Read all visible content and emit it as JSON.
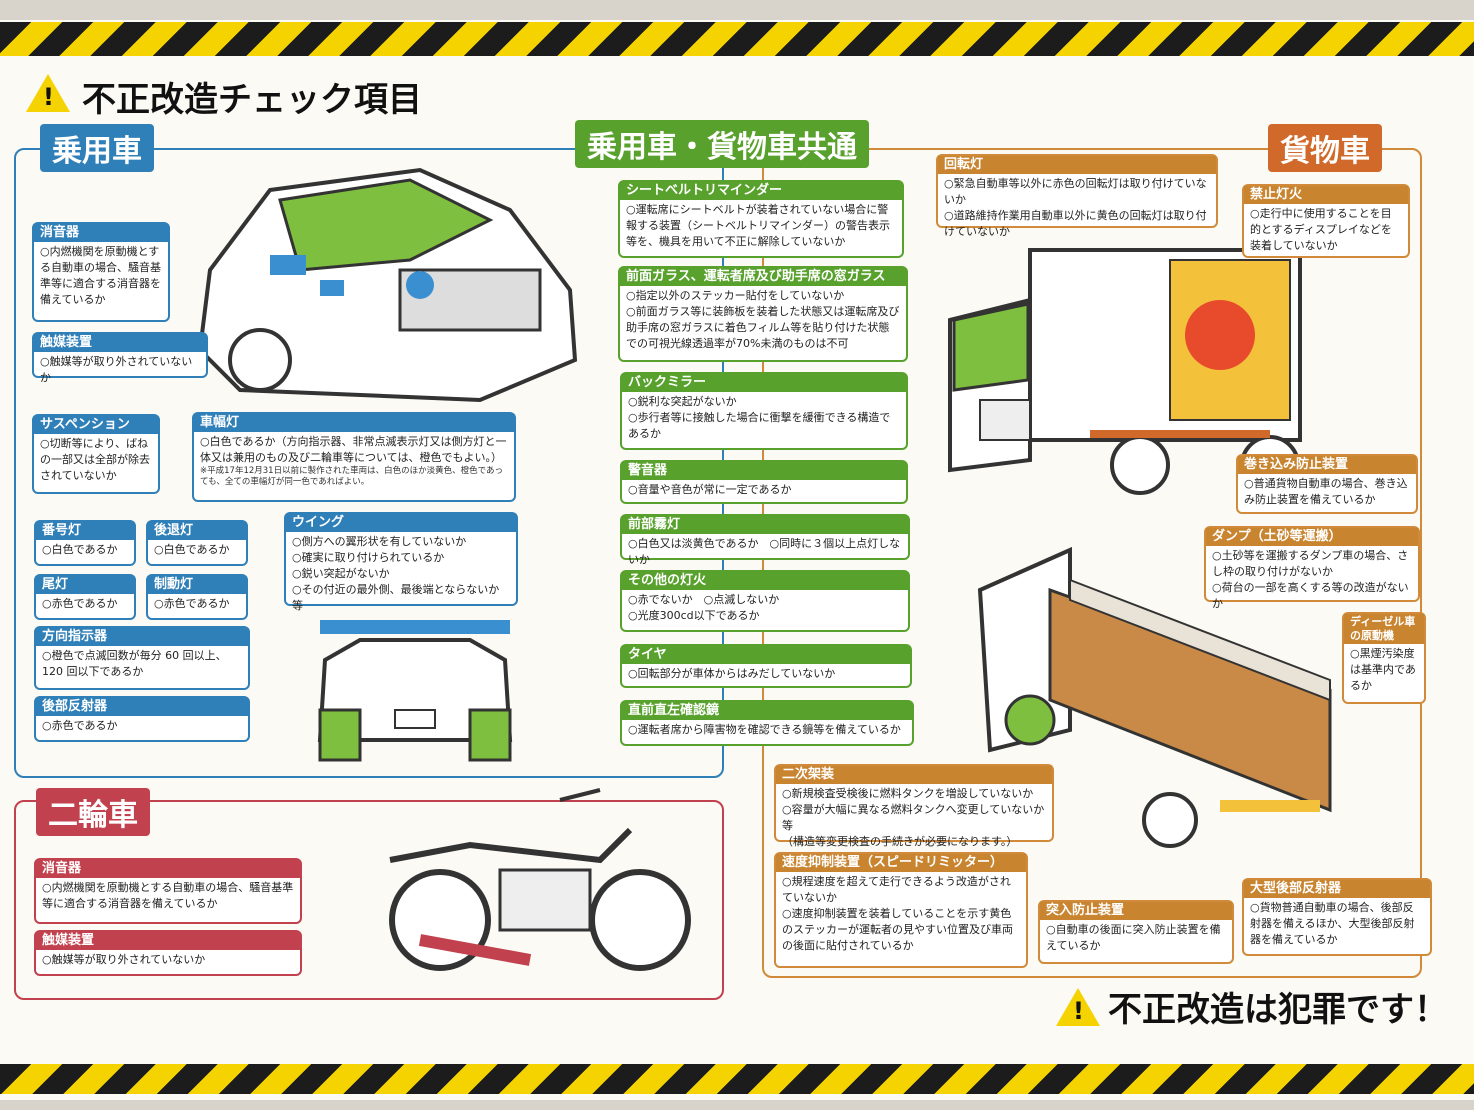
{
  "title": "不正改造チェック項目",
  "footer": "不正改造は犯罪です！",
  "sections": {
    "car": "乗用車",
    "common": "乗用車・貨物車共通",
    "truck": "貨物車",
    "moto": "二輪車"
  },
  "car": {
    "muffler": {
      "title": "消音器",
      "body": "○内燃機関を原動機とする自動車の場合、騒音基準等に適合する消音器を備えているか"
    },
    "catalyst": {
      "title": "触媒装置",
      "body": "○触媒等が取り外されていないか"
    },
    "suspension": {
      "title": "サスペンション",
      "body": "○切断等により、ばねの一部又は全部が除去されていないか"
    },
    "width_lamp": {
      "title": "車幅灯",
      "body": "○白色であるか（方向指示器、非常点滅表示灯又は側方灯と一体又は兼用のもの及び二輪車等については、橙色でもよい。）",
      "note": "※平成17年12月31日以前に製作された車両は、白色のほか淡黄色、橙色であっても、全ての車幅灯が同一色であればよい。"
    },
    "plate_lamp": {
      "title": "番号灯",
      "body": "○白色であるか"
    },
    "reverse_lamp": {
      "title": "後退灯",
      "body": "○白色であるか"
    },
    "tail_lamp": {
      "title": "尾灯",
      "body": "○赤色であるか"
    },
    "brake_lamp": {
      "title": "制動灯",
      "body": "○赤色であるか"
    },
    "wing": {
      "title": "ウイング",
      "lines": [
        "○側方への翼形状を有していないか",
        "○確実に取り付けられているか",
        "○鋭い突起がないか",
        "○その付近の最外側、最後端とならないか 等"
      ]
    },
    "turn_signal": {
      "title": "方向指示器",
      "body": "○橙色で点滅回数が毎分 60 回以上、120 回以下であるか"
    },
    "rear_reflector": {
      "title": "後部反射器",
      "body": "○赤色であるか"
    }
  },
  "common": {
    "seatbelt": {
      "title": "シートベルトリマインダー",
      "body": "○運転席にシートベルトが装着されていない場合に警報する装置（シートベルトリマインダー）の警告表示等を、機具を用いて不正に解除していないか"
    },
    "glass": {
      "title": "前面ガラス、運転者席及び助手席の窓ガラス",
      "lines": [
        "○指定以外のステッカー貼付をしていないか",
        "○前面ガラス等に装飾板を装着した状態又は運転席及び助手席の窓ガラスに着色フィルム等を貼り付けた状態での可視光線透過率が70%未満のものは不可"
      ]
    },
    "mirror": {
      "title": "バックミラー",
      "lines": [
        "○鋭利な突起がないか",
        "○歩行者等に接触した場合に衝撃を緩衝できる構造であるか"
      ]
    },
    "horn": {
      "title": "警音器",
      "body": "○音量や音色が常に一定であるか"
    },
    "fog": {
      "title": "前部霧灯",
      "body": "○白色又は淡黄色であるか　○同時に３個以上点灯しないか"
    },
    "other_lamps": {
      "title": "その他の灯火",
      "lines": [
        "○赤でないか　○点滅しないか",
        "○光度300cd以下であるか"
      ]
    },
    "tire": {
      "title": "タイヤ",
      "body": "○回転部分が車体からはみだしていないか"
    },
    "left_mirror": {
      "title": "直前直左確認鏡",
      "body": "○運転者席から障害物を確認できる鏡等を備えているか"
    }
  },
  "truck": {
    "rotating_lamp": {
      "title": "回転灯",
      "lines": [
        "○緊急自動車等以外に赤色の回転灯は取り付けていないか",
        "○道路維持作業用自動車以外に黄色の回転灯は取り付けていないか"
      ]
    },
    "prohibited_lamp": {
      "title": "禁止灯火",
      "body": "○走行中に使用することを目的とするディスプレイなどを装着していないか"
    },
    "guard": {
      "title": "巻き込み防止装置",
      "body": "○普通貨物自動車の場合、巻き込み防止装置を備えているか"
    },
    "dump": {
      "title": "ダンプ（土砂等運搬）",
      "lines": [
        "○土砂等を運搬するダンプ車の場合、さし枠の取り付けがないか",
        "○荷台の一部を高くする等の改造がないか"
      ]
    },
    "diesel": {
      "title": "ディーゼル車の原動機",
      "body": "○黒煙汚染度は基準内であるか"
    },
    "fuel": {
      "title": "二次架装",
      "lines": [
        "○新規検査受検後に燃料タンクを増設していないか",
        "○容量が大幅に異なる燃料タンクへ変更していないか 等",
        "（構造等変更検査の手続きが必要になります。）"
      ]
    },
    "speed_limiter": {
      "title": "速度抑制装置（スピードリミッター）",
      "lines": [
        "○規程速度を超えて走行できるよう改造がされていないか",
        "○速度抑制装置を装着していることを示す黄色のステッカーが運転者の見やすい位置及び車両の後面に貼付されているか"
      ]
    },
    "underrun": {
      "title": "突入防止装置",
      "body": "○自動車の後面に突入防止装置を備えているか"
    },
    "large_reflector": {
      "title": "大型後部反射器",
      "body": "○貨物普通自動車の場合、後部反射器を備えるほか、大型後部反射器を備えているか"
    }
  },
  "moto": {
    "muffler": {
      "title": "消音器",
      "body": "○内燃機関を原動機とする自動車の場合、騒音基準等に適合する消音器を備えているか"
    },
    "catalyst": {
      "title": "触媒装置",
      "body": "○触媒等が取り外されていないか"
    }
  },
  "colors": {
    "car": "#2f7fb8",
    "common": "#58a12c",
    "truck": "#d0692a",
    "moto": "#c2414e",
    "stripe": "#f5d300"
  }
}
